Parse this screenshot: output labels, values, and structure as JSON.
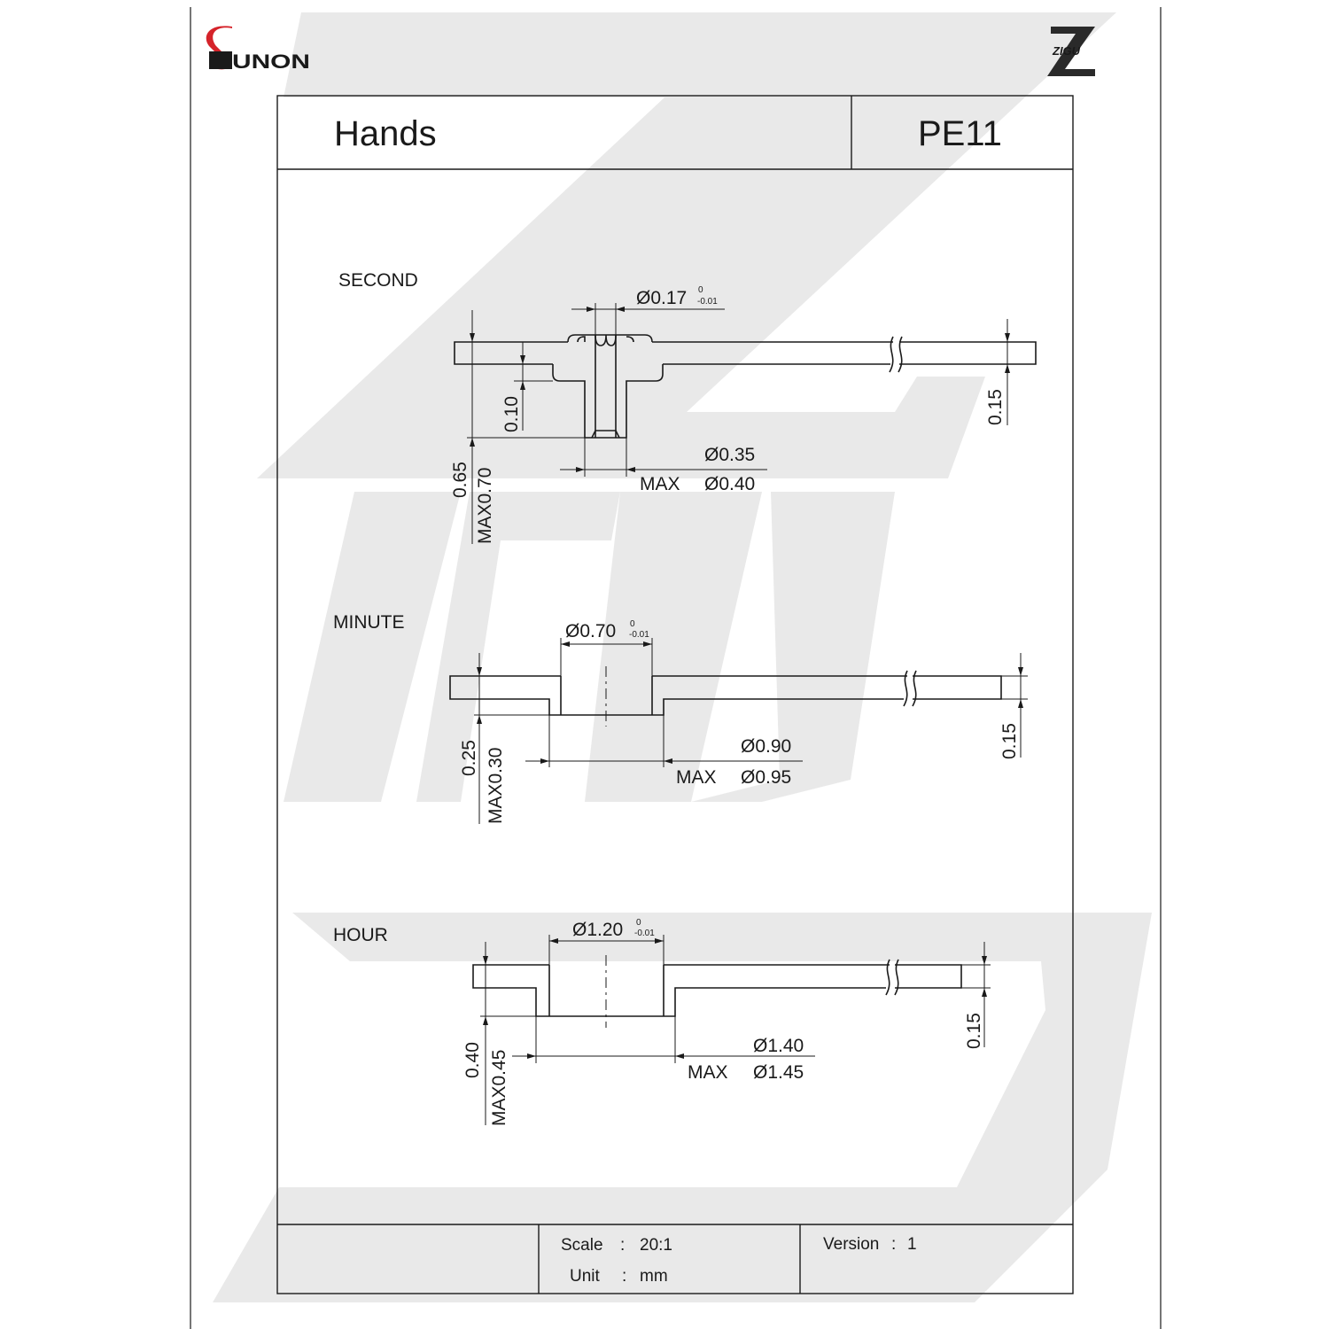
{
  "brand": {
    "left_logo": "SUNON",
    "right_logo": "ZIGU",
    "watermark": "ZIGU",
    "colors": {
      "accent_red": "#d5232a",
      "watermark_gray": "#e8e8e8",
      "line": "#1a1a1a"
    }
  },
  "title_block": {
    "title": "Hands",
    "model": "PE11"
  },
  "views": {
    "second": {
      "label": "SECOND",
      "bore_dia": "Ø0.17",
      "bore_tol_upper": "0",
      "bore_tol_lower": "-0.01",
      "dim_thickness": "0.15",
      "dim_step": "0.10",
      "dim_outer": "Ø0.35",
      "dim_outer_max_label": "MAX",
      "dim_outer_max": "Ø0.40",
      "dim_height": "0.65",
      "dim_height_max": "MAX0.70"
    },
    "minute": {
      "label": "MINUTE",
      "bore_dia": "Ø0.70",
      "bore_tol_upper": "0",
      "bore_tol_lower": "-0.01",
      "dim_thickness": "0.15",
      "dim_outer": "Ø0.90",
      "dim_outer_max_label": "MAX",
      "dim_outer_max": "Ø0.95",
      "dim_height": "0.25",
      "dim_height_max": "MAX0.30"
    },
    "hour": {
      "label": "HOUR",
      "bore_dia": "Ø1.20",
      "bore_tol_upper": "0",
      "bore_tol_lower": "-0.01",
      "dim_thickness": "0.15",
      "dim_outer": "Ø1.40",
      "dim_outer_max_label": "MAX",
      "dim_outer_max": "Ø1.45",
      "dim_height": "0.40",
      "dim_height_max": "MAX0.45"
    }
  },
  "footer": {
    "scale_label": "Scale",
    "scale_value": "20:1",
    "unit_label": "Unit",
    "unit_value": "mm",
    "version_label": "Version",
    "version_value": "1"
  }
}
